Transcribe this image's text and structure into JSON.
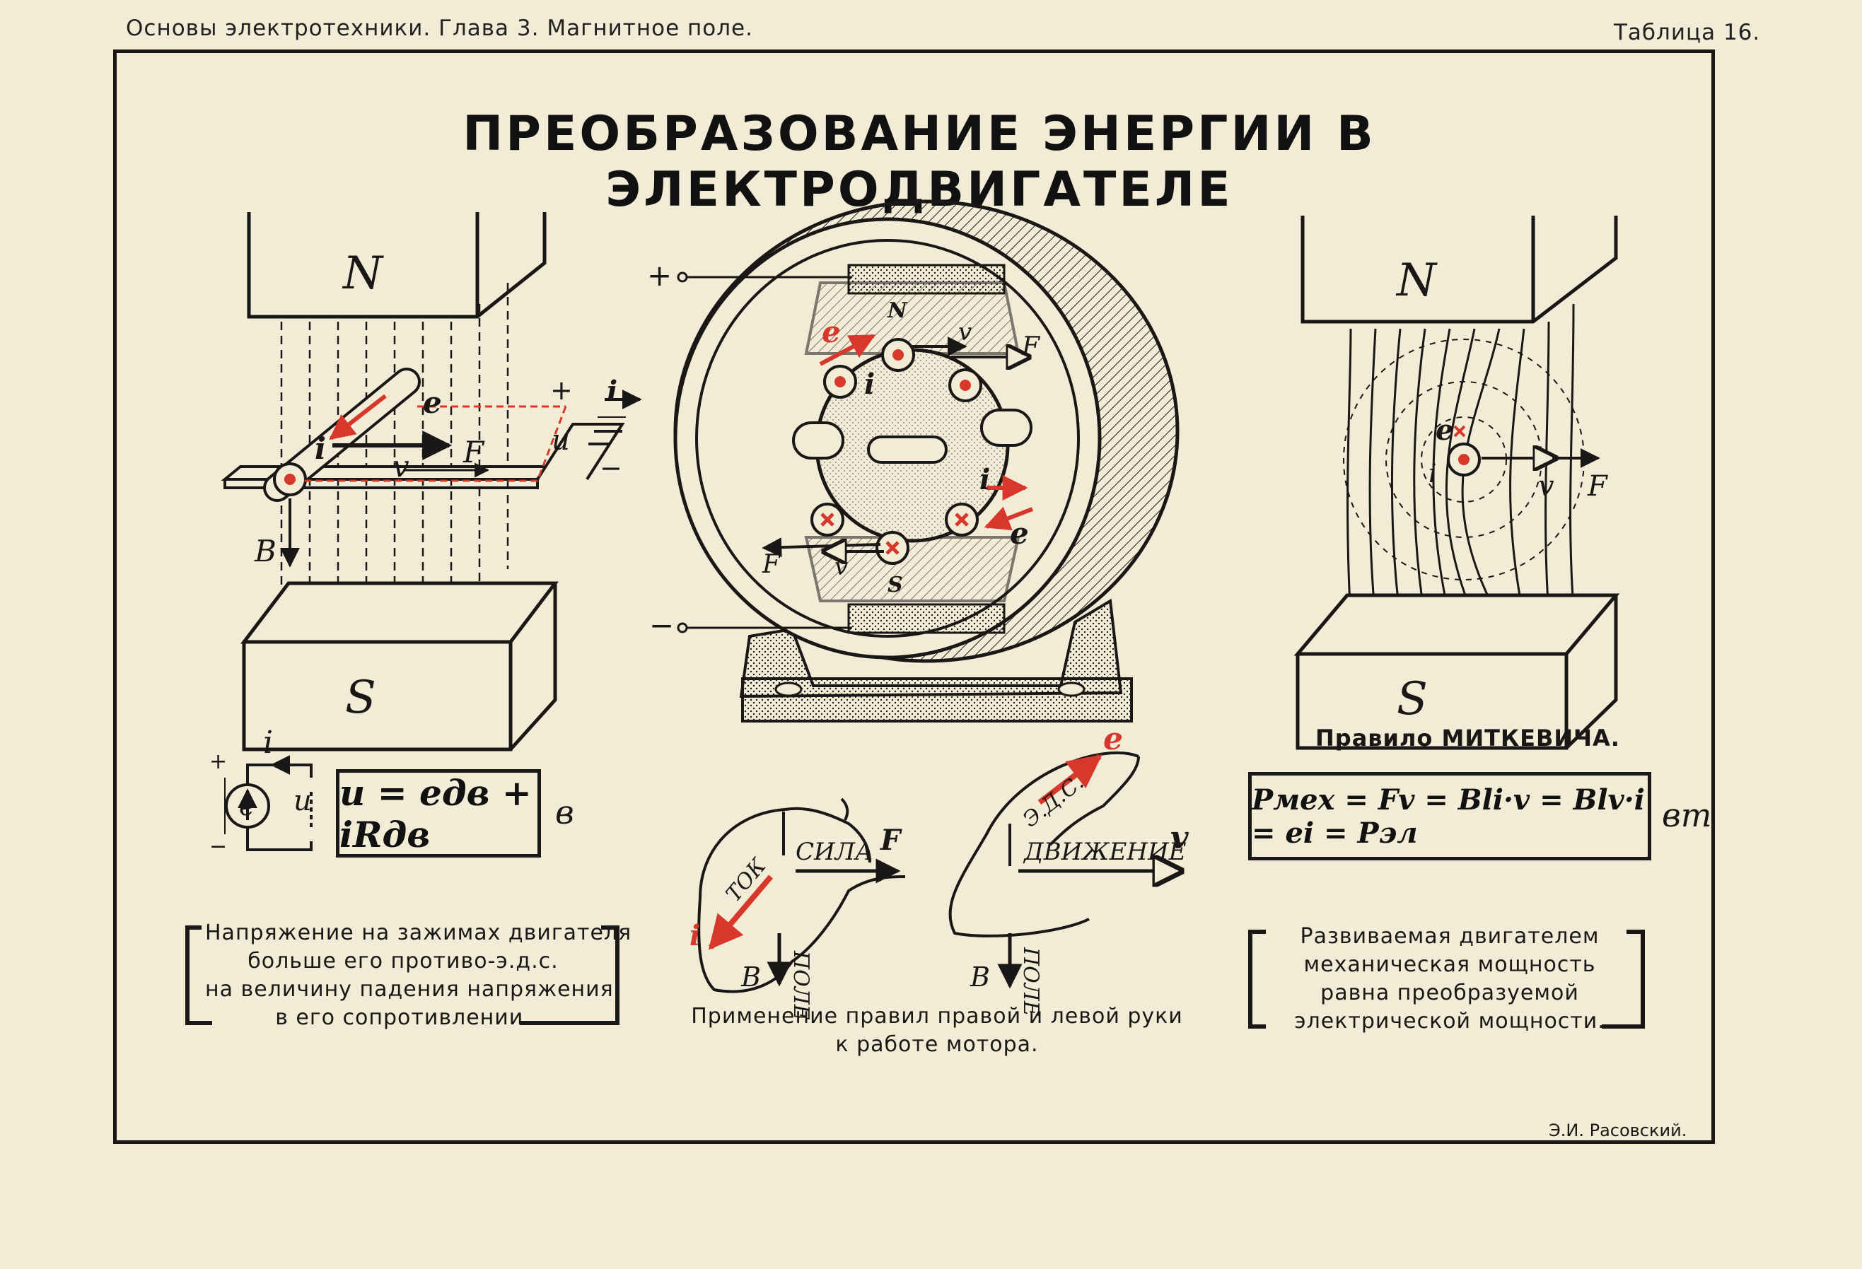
{
  "header": {
    "left": "Основы электротехники. Глава 3. Магнитное поле.",
    "right": "Таблица 16."
  },
  "title": "ПРЕОБРАЗОВАНИЕ ЭНЕРГИИ В ЭЛЕКТРОДВИГАТЕЛЕ",
  "colors": {
    "paper": "#f2ecd6",
    "ink": "#1a1816",
    "accent_red": "#d8382b"
  },
  "left_panel": {
    "pole_north": "N",
    "pole_south": "S",
    "labels": {
      "e": "e",
      "i": "i",
      "v": "v",
      "F": "F",
      "B": "B",
      "u": "u",
      "plus": "+",
      "minus": "−"
    },
    "formula": "u = eдв + iRдв",
    "formula_unit": "в",
    "caption": [
      "Напряжение на зажимах двигателя",
      "больше его противо-э.д.с.",
      "на величину падения напряжения",
      "в его сопротивлении."
    ]
  },
  "center_panel": {
    "terminal_plus": "+",
    "terminal_minus": "−",
    "labels": {
      "N": "N",
      "S": "S",
      "e_top": "e",
      "i_top": "i",
      "v_top": "v",
      "F_top": "F",
      "i_bottom": "i",
      "e_bottom": "e",
      "F_bottom": "F",
      "v_bottom": "v"
    },
    "left_hand": {
      "force": "СИЛА",
      "force_symbol": "F",
      "current": "ТОК",
      "current_symbol": "i",
      "field": "ПОЛЕ",
      "field_symbol": "B"
    },
    "right_hand": {
      "emf": "Э.Д.С.",
      "emf_symbol": "e",
      "motion": "ДВИЖЕНИЕ",
      "motion_symbol": "v",
      "field": "ПОЛЕ",
      "field_symbol": "B"
    },
    "caption": [
      "Применение правил правой и левой руки",
      "к работе мотора."
    ]
  },
  "right_panel": {
    "pole_north": "N",
    "pole_south": "S",
    "labels": {
      "e": "e",
      "i": "i",
      "v": "v",
      "F": "F"
    },
    "rule": "Правило МИТКЕВИЧА.",
    "formula": "Pмех = Fv = Bli·v = Blv·i = ei = Pэл",
    "formula_unit": "вт",
    "caption": [
      "Развиваемая двигателем",
      "механическая мощность",
      "равна преобразуемой",
      "электрической мощности."
    ]
  },
  "author": "Э.И. Расовский."
}
